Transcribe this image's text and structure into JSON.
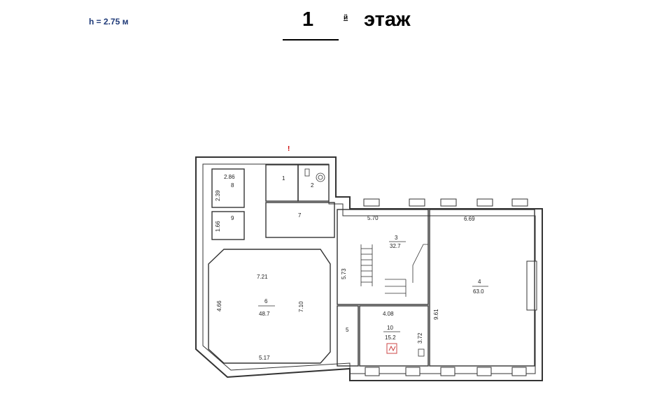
{
  "header": {
    "ceiling_height": "h = 2.75 м",
    "floor_number": "1",
    "floor_suffix": "й",
    "floor_word": "этаж"
  },
  "plan": {
    "entrance_mark": "!",
    "rooms": [
      {
        "id": "room-1",
        "number": "1",
        "area": ""
      },
      {
        "id": "room-2",
        "number": "2",
        "area": ""
      },
      {
        "id": "room-3",
        "number": "3",
        "area": "32.7"
      },
      {
        "id": "room-4",
        "number": "4",
        "area": "63.0"
      },
      {
        "id": "room-5",
        "number": "5",
        "area": ""
      },
      {
        "id": "room-6",
        "number": "6",
        "area": "48.7"
      },
      {
        "id": "room-7",
        "number": "7",
        "area": ""
      },
      {
        "id": "room-8",
        "number": "8",
        "area": ""
      },
      {
        "id": "room-9",
        "number": "9",
        "area": ""
      },
      {
        "id": "room-10",
        "number": "10",
        "area": "15.2"
      }
    ],
    "dimensions": {
      "room8_width": "2.86",
      "room8_height": "2.39",
      "room9_height": "1.66",
      "room6_top": "7.21",
      "room6_left": "4.66",
      "room6_right": "7.10",
      "room6_bottom": "5.17",
      "room3_top": "5.70",
      "room3_left": "5.73",
      "room4_top": "6.69",
      "room4_left": "9.61",
      "room10_top": "4.08",
      "room10_right": "3.72"
    }
  }
}
